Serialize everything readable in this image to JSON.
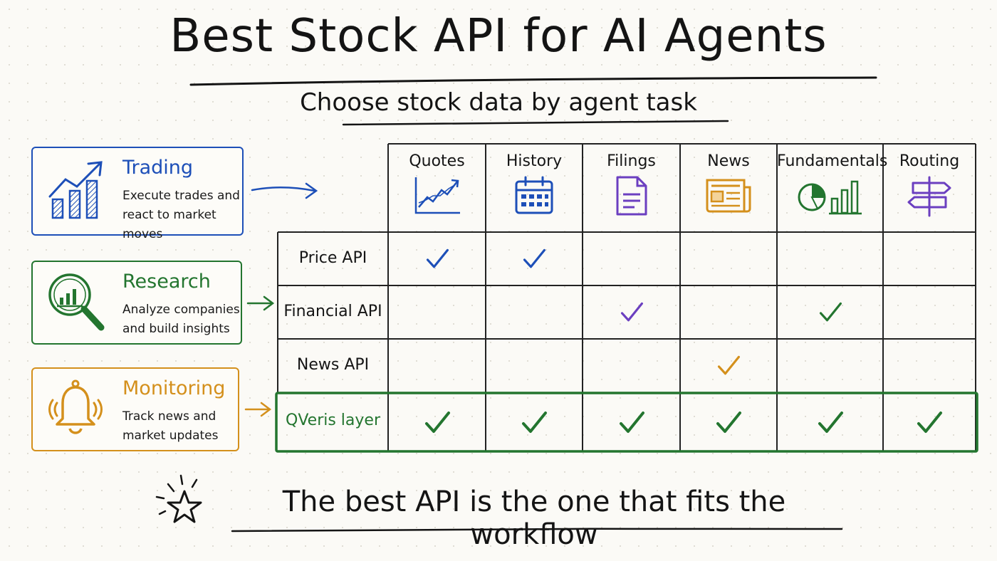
{
  "title": "Best Stock API for AI Agents",
  "subtitle": "Choose stock data by agent task",
  "footer": "The best API is the one that fits the workflow",
  "colors": {
    "blue": "#1d4fb8",
    "green": "#23752f",
    "orange": "#d4901c",
    "purple": "#6b3fc0",
    "ink": "#1c1c1c"
  },
  "tasks": [
    {
      "title": "Trading",
      "desc_line1": "Execute trades and",
      "desc_line2": "react to market moves",
      "icon": "bar-chart-trend-icon"
    },
    {
      "title": "Research",
      "desc_line1": "Analyze companies",
      "desc_line2": "and build insights",
      "icon": "magnifier-chart-icon"
    },
    {
      "title": "Monitoring",
      "desc_line1": "Track news and",
      "desc_line2": "market updates",
      "icon": "bell-icon"
    }
  ],
  "columns": [
    {
      "label": "Quotes",
      "icon": "line-chart-icon"
    },
    {
      "label": "History",
      "icon": "calendar-icon"
    },
    {
      "label": "Filings",
      "icon": "document-icon"
    },
    {
      "label": "News",
      "icon": "newspaper-icon"
    },
    {
      "label": "Fundamentals",
      "icon": "pie-bar-chart-icon"
    },
    {
      "label": "Routing",
      "icon": "signpost-icon"
    }
  ],
  "rows": [
    {
      "label": "Price API",
      "checks": [
        1,
        1,
        0,
        0,
        0,
        0
      ]
    },
    {
      "label": "Financial API",
      "checks": [
        0,
        0,
        1,
        0,
        1,
        0
      ]
    },
    {
      "label": "News API",
      "checks": [
        0,
        0,
        0,
        1,
        0,
        0
      ]
    },
    {
      "label": "QVeris layer",
      "checks": [
        1,
        1,
        1,
        1,
        1,
        1
      ],
      "highlight": true
    }
  ]
}
